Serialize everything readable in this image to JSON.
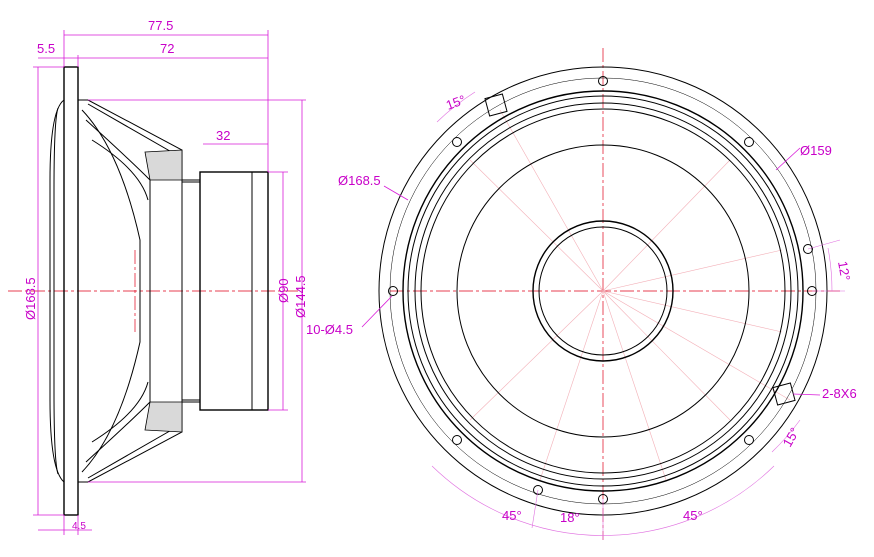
{
  "side_view": {
    "dim_overall_depth": "77.5",
    "dim_flange": "5.5",
    "dim_depth_72": "72",
    "dim_magnet_depth": "32",
    "dim_outer_diameter": "Ø168.5",
    "dim_magnet_diameter": "Ø90",
    "dim_basket_diameter": "Ø144.5",
    "dim_flange_thickness": "4.5"
  },
  "front_view": {
    "dim_outer_diameter": "Ø168.5",
    "dim_bolt_circle": "Ø159",
    "dim_holes": "10-Ø4.5",
    "dim_slots": "2-8X6",
    "angle_top_slot": "15°",
    "angle_right_hole": "12°",
    "angle_bottom_slot": "15°",
    "angle_bottom_left": "45°",
    "angle_bottom_center": "18°",
    "angle_bottom_right": "45°"
  },
  "colors": {
    "dimension": "#c800c8",
    "centerline": "#e0001a",
    "outline": "#000000"
  }
}
